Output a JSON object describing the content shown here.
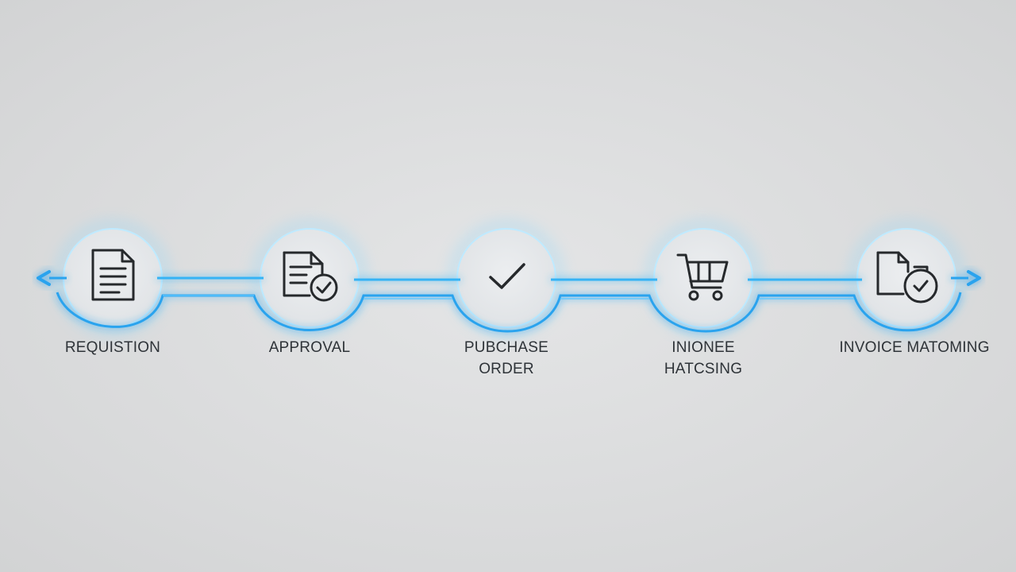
{
  "colors": {
    "background": "#d9dadb",
    "connector": "#2aa8f0",
    "connector_glow": "#6fd2ff",
    "node_fill": "#e6e8ea",
    "icon_stroke": "#26292c",
    "label": "#2e3338"
  },
  "steps": [
    {
      "label": "REQUISTION",
      "icon": "document-icon"
    },
    {
      "label": "APPROVAL",
      "icon": "document-check-icon"
    },
    {
      "label": "PUBCHASE ORDER",
      "icon": "checkmark-icon"
    },
    {
      "label": "INIONEE HATCSING",
      "icon": "shopping-cart-icon"
    },
    {
      "label": "INVOICE MATOMING",
      "icon": "invoice-clock-check-icon"
    }
  ],
  "ends": {
    "start": "left-arrow-icon",
    "end": "right-arrow-icon"
  }
}
